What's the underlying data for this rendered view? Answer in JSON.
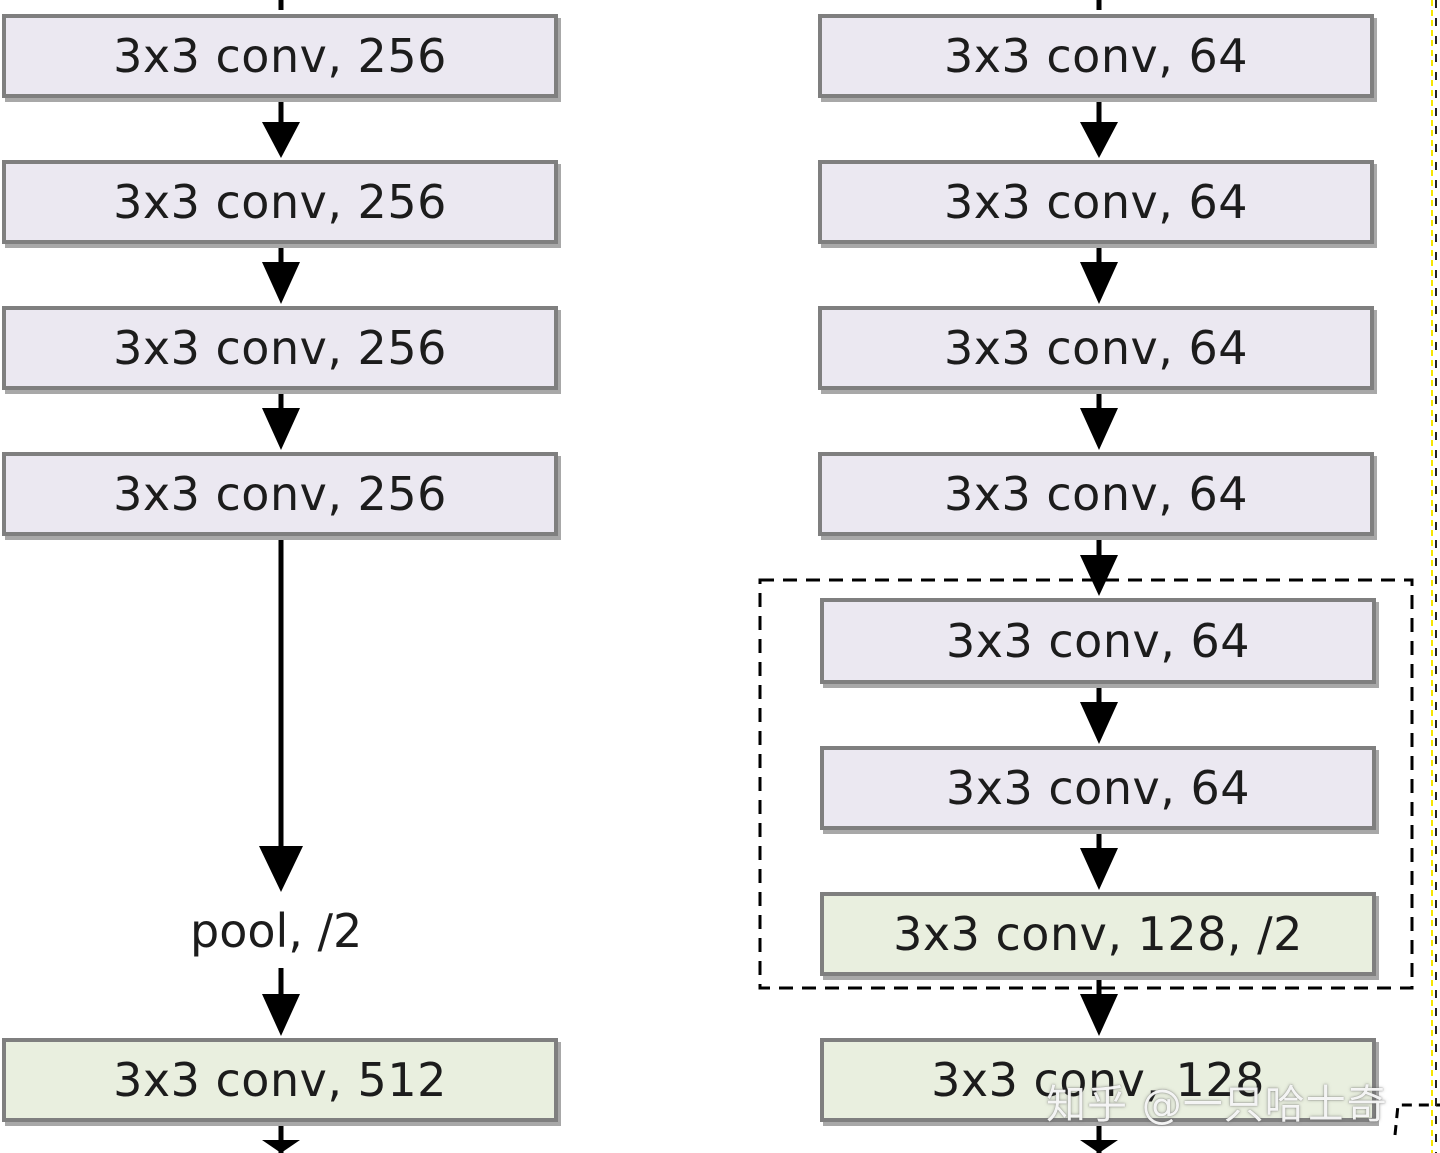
{
  "left_column": {
    "blocks": [
      {
        "label": "3x3 conv, 256",
        "color": "#ebe8f1"
      },
      {
        "label": "3x3 conv, 256",
        "color": "#ebe8f1"
      },
      {
        "label": "3x3 conv, 256",
        "color": "#ebe8f1"
      },
      {
        "label": "3x3 conv, 256",
        "color": "#ebe8f1"
      },
      {
        "label": "3x3 conv, 512",
        "color": "#e9efdf"
      }
    ],
    "pool_label": "pool, /2"
  },
  "right_column": {
    "blocks": [
      {
        "label": "3x3 conv, 64",
        "color": "#ebe8f1"
      },
      {
        "label": "3x3 conv, 64",
        "color": "#ebe8f1"
      },
      {
        "label": "3x3 conv, 64",
        "color": "#ebe8f1"
      },
      {
        "label": "3x3 conv, 64",
        "color": "#ebe8f1"
      },
      {
        "label": "3x3 conv, 64",
        "color": "#ebe8f1"
      },
      {
        "label": "3x3 conv, 64",
        "color": "#ebe8f1"
      },
      {
        "label": "3x3 conv, 128, /2",
        "color": "#e9efdf"
      },
      {
        "label": "3x3 conv, 128",
        "color": "#e9efdf"
      }
    ]
  },
  "watermark": "知乎 @一只哈士奇",
  "colors": {
    "conv_box": "#ebe8f1",
    "downsample_box": "#e9efdf",
    "border": "#7f7f7f",
    "arrow": "#000000",
    "highlight_border": "#000000",
    "right_edge_line": "#f5e600"
  }
}
